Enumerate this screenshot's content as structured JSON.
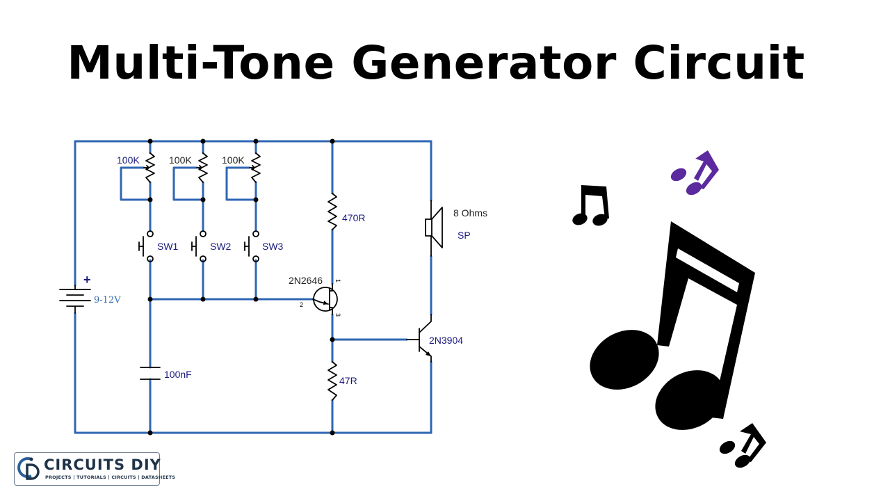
{
  "title": "Multi-Tone Generator Circuit",
  "colors": {
    "wire": "#2f66b3",
    "note_small_purple": "#5a2a9e",
    "note_black": "#000000"
  },
  "labels": {
    "pot1": "100K",
    "pot2": "100K",
    "pot3": "100K",
    "sw1": "SW1",
    "sw2": "SW2",
    "sw3": "SW3",
    "battery_plus": "+",
    "battery_voltage": "9-12V",
    "capacitor": "100nF",
    "r1": "470R",
    "r2": "47R",
    "ujt": "2N2646",
    "ujt_pin1": "1",
    "ujt_pin2": "2",
    "ujt_pin3": "3",
    "npn": "2N3904",
    "speaker_value": "8 Ohms",
    "speaker_ref": "SP"
  },
  "logo": {
    "name": "CIRCUITS DIY",
    "tagline": "PROJECTS | TUTORIALS | CIRCUITS | DATASHEETS",
    "icon": "cd-monogram-icon"
  },
  "decorations": [
    "music-note-icon",
    "music-note-icon",
    "music-note-icon",
    "music-note-icon"
  ]
}
